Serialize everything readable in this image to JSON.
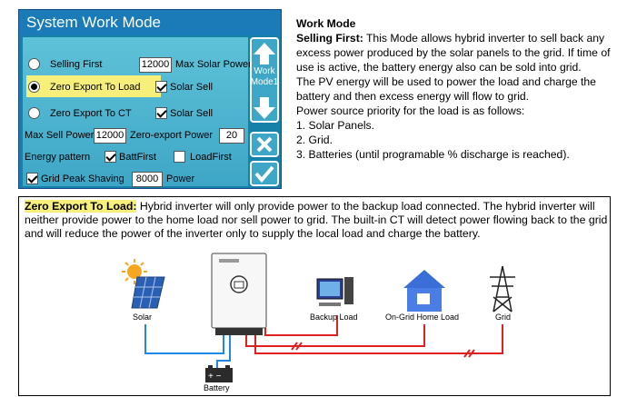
{
  "panel": {
    "title": "System Work Mode",
    "selling_first": "Selling First",
    "max_solar_power_value": "12000",
    "max_solar_power_label": "Max Solar Power",
    "zero_export_load": "Zero Export To Load",
    "solar_sell_1": "Solar Sell",
    "zero_export_ct": "Zero Export To CT",
    "solar_sell_2": "Solar Sell",
    "max_sell_power_label": "Max Sell Power",
    "max_sell_power_value": "12000",
    "zero_export_power_label": "Zero-export Power",
    "zero_export_power_value": "20",
    "energy_pattern_label": "Energy pattern",
    "batt_first": "BattFirst",
    "load_first": "LoadFirst",
    "grid_peak_shaving": "Grid Peak Shaving",
    "peak_value": "8000",
    "power_label": "Power",
    "work_mode_line1": "Work",
    "work_mode_line2": "Mode1"
  },
  "right_text": {
    "heading": "Work Mode",
    "selling_first_title": "Selling First:",
    "selling_first_desc": " This Mode allows hybrid inverter to sell back any excess power produced by the solar panels to the grid. If time of use is active, the battery energy also can be sold into grid.",
    "pv_desc": "The PV energy will be used to power the load and charge the battery and then excess energy will flow to grid.",
    "priority": "Power source priority for the load is as follows:",
    "item1": "1. Solar Panels.",
    "item2": "2. Grid.",
    "item3": "3. Batteries (until programable % discharge is reached)."
  },
  "bottom": {
    "title": "Zero Export To Load:",
    "desc": " Hybrid inverter will only provide power to the backup load connected. The hybrid inverter will neither provide power to the home load nor sell power to grid. The built-in CT will detect power flowing back to the grid and will reduce the power of the inverter only to supply the local load and charge the battery."
  },
  "diagram": {
    "solar": "Solar",
    "backup_load": "Backup Load",
    "on_grid_load": "On-Grid Home Load",
    "grid": "Grid",
    "battery": "Battery"
  },
  "colors": {
    "panel_bg": "#1580a8",
    "title_bar": "#1a7bb8",
    "highlight": "#f6ef7a",
    "dc_line": "#1e88e5",
    "ac_line": "#e0201e"
  },
  "icons": [
    "radio-icon",
    "checkbox-icon",
    "arrow-up-icon",
    "arrow-down-icon",
    "close-icon",
    "check-icon",
    "sun-icon",
    "solar-panel-icon",
    "inverter-icon",
    "computer-icon",
    "house-icon",
    "pylon-icon",
    "battery-icon"
  ]
}
